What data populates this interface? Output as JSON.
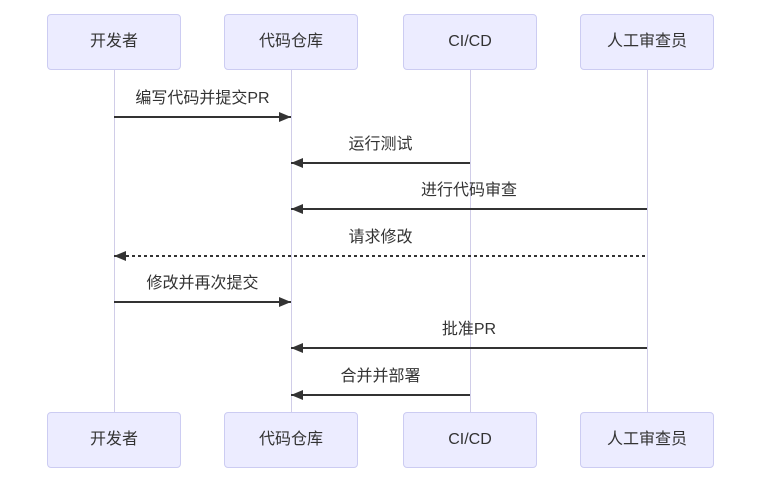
{
  "diagram": {
    "type": "sequence-diagram",
    "colors": {
      "background": "#FFFFFF",
      "actor_fill": "#ECECFF",
      "actor_border": "#CCCCF2",
      "lifeline": "#D0CDE8",
      "arrow": "#333333",
      "text": "#333333"
    },
    "actors": [
      {
        "id": "developer",
        "label": "开发者"
      },
      {
        "id": "repo",
        "label": "代码仓库"
      },
      {
        "id": "cicd",
        "label": "CI/CD"
      },
      {
        "id": "reviewer",
        "label": "人工审查员"
      }
    ],
    "messages": [
      {
        "text": "编写代码并提交PR",
        "from": "developer",
        "to": "repo",
        "style": "solid"
      },
      {
        "text": "运行测试",
        "from": "cicd",
        "to": "repo",
        "style": "solid"
      },
      {
        "text": "进行代码审查",
        "from": "reviewer",
        "to": "repo",
        "style": "solid"
      },
      {
        "text": "请求修改",
        "from": "reviewer",
        "to": "developer",
        "style": "dashed"
      },
      {
        "text": "修改并再次提交",
        "from": "developer",
        "to": "repo",
        "style": "solid"
      },
      {
        "text": "批准PR",
        "from": "reviewer",
        "to": "repo",
        "style": "solid"
      },
      {
        "text": "合并并部署",
        "from": "cicd",
        "to": "repo",
        "style": "solid"
      }
    ]
  }
}
